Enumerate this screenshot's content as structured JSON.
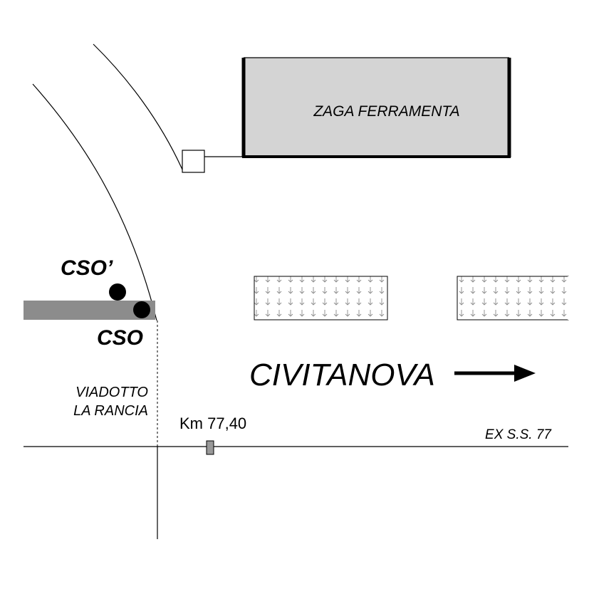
{
  "building": {
    "label": "ZAGA  FERRAMENTA",
    "fill": "#d4d4d4"
  },
  "points": {
    "cso_prime": "CSO’",
    "cso": "CSO"
  },
  "viaduct": {
    "line1": "VIADOTTO",
    "line2": "LA RANCIA",
    "bar_fill": "#8c8c8c"
  },
  "direction": {
    "label": "CIVITANOVA"
  },
  "kilometer": {
    "label": "Km 77,40",
    "marker_fill": "#999999"
  },
  "road": {
    "label": "EX S.S. 77"
  },
  "icons": [
    "arrow-right-icon",
    "kilometer-marker-icon",
    "point-marker-icon",
    "tree-pattern"
  ]
}
